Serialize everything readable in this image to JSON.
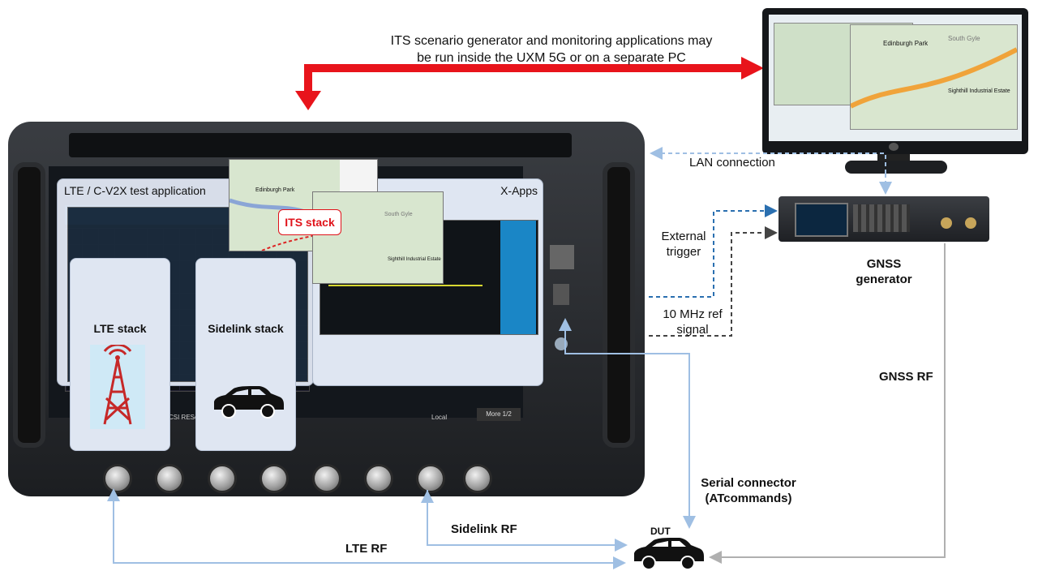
{
  "top_note": {
    "line1": "ITS scenario generator and monitoring applications may",
    "line2": "be run inside the UXM 5G or on a separate PC"
  },
  "instrument": {
    "lte_app_title": "LTE / C-V2X test application",
    "xapps_title": "X-Apps",
    "its_stack": "ITS stack",
    "lte_stack": "LTE stack",
    "sidelink_stack": "Sidelink stack",
    "screen_button": "More 1/2",
    "screen_local": "Local",
    "screen_tab": "CSI RESour"
  },
  "connections": {
    "lan": "LAN connection",
    "ext_trigger_1": "External",
    "ext_trigger_2": "trigger",
    "ref_1": "10 MHz ref",
    "ref_2": "signal",
    "gnss_rf": "GNSS RF",
    "serial_1": "Serial connector",
    "serial_2": "(ATcommands)",
    "sidelink_rf": "Sidelink RF",
    "lte_rf": "LTE RF"
  },
  "gnss": {
    "line1": "GNSS",
    "line2": "generator"
  },
  "dut": {
    "label": "DUT"
  },
  "map_labels": {
    "a": "Edinburgh Park",
    "b": "South Gyle",
    "c": "Sighthill Industrial Estate"
  },
  "colors": {
    "red_arrow": "#e8141b",
    "blue_line": "#9fbfe3",
    "gray_line": "#b0b0b0",
    "panel_bg": "#dfe6f2"
  }
}
